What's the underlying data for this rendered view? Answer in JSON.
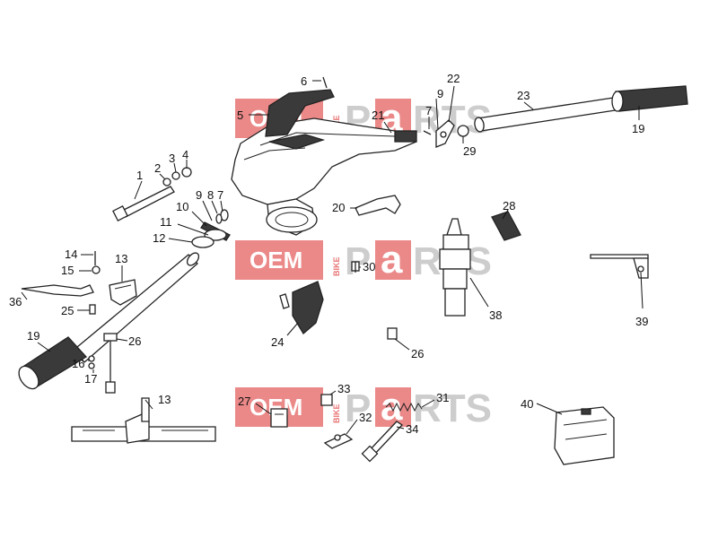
{
  "diagram": {
    "watermark": {
      "oem": "OEM",
      "bike": "BIKE",
      "p": "P",
      "a": "a",
      "rts": "RTS"
    },
    "callouts": [
      {
        "id": "c1",
        "text": "1"
      },
      {
        "id": "c2",
        "text": "2"
      },
      {
        "id": "c3",
        "text": "3"
      },
      {
        "id": "c4",
        "text": "4"
      },
      {
        "id": "c5",
        "text": "5"
      },
      {
        "id": "c6",
        "text": "6"
      },
      {
        "id": "c7a",
        "text": "7"
      },
      {
        "id": "c7b",
        "text": "7"
      },
      {
        "id": "c8",
        "text": "8"
      },
      {
        "id": "c9a",
        "text": "9"
      },
      {
        "id": "c9b",
        "text": "9"
      },
      {
        "id": "c10",
        "text": "10"
      },
      {
        "id": "c11",
        "text": "11"
      },
      {
        "id": "c12",
        "text": "12"
      },
      {
        "id": "c13a",
        "text": "13"
      },
      {
        "id": "c13b",
        "text": "13"
      },
      {
        "id": "c14",
        "text": "14"
      },
      {
        "id": "c15",
        "text": "15"
      },
      {
        "id": "c16",
        "text": "16"
      },
      {
        "id": "c17",
        "text": "17"
      },
      {
        "id": "c19a",
        "text": "19"
      },
      {
        "id": "c19b",
        "text": "19"
      },
      {
        "id": "c20",
        "text": "20"
      },
      {
        "id": "c21",
        "text": "21"
      },
      {
        "id": "c22",
        "text": "22"
      },
      {
        "id": "c23",
        "text": "23"
      },
      {
        "id": "c24",
        "text": "24"
      },
      {
        "id": "c25",
        "text": "25"
      },
      {
        "id": "c26a",
        "text": "26"
      },
      {
        "id": "c26b",
        "text": "26"
      },
      {
        "id": "c27",
        "text": "27"
      },
      {
        "id": "c28",
        "text": "28"
      },
      {
        "id": "c29",
        "text": "29"
      },
      {
        "id": "c30",
        "text": "30"
      },
      {
        "id": "c31",
        "text": "31"
      },
      {
        "id": "c32",
        "text": "32"
      },
      {
        "id": "c33",
        "text": "33"
      },
      {
        "id": "c34",
        "text": "34"
      },
      {
        "id": "c36",
        "text": "36"
      },
      {
        "id": "c38",
        "text": "38"
      },
      {
        "id": "c39",
        "text": "39"
      },
      {
        "id": "c40",
        "text": "40"
      }
    ]
  }
}
